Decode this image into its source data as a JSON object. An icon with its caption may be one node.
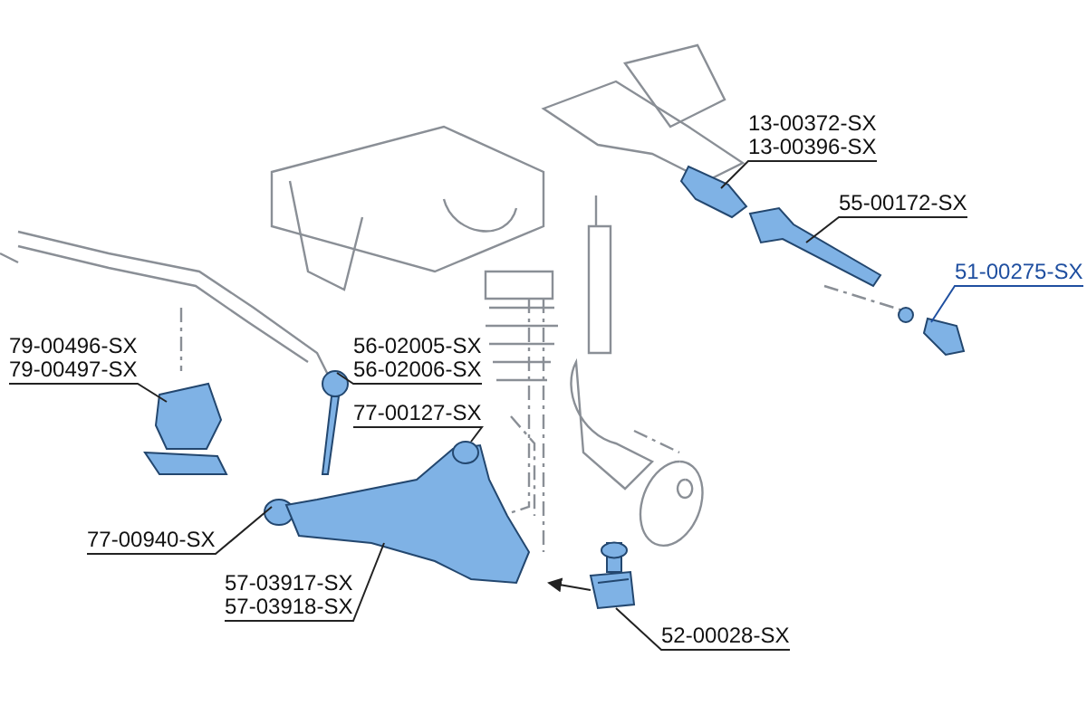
{
  "diagram": {
    "nodes": [
      {
        "text": [
          "13-00372-SX",
          "13-00396-SX"
        ]
      },
      {
        "text": [
          "55-00172-SX"
        ]
      },
      {
        "text": [
          "51-00275-SX"
        ]
      },
      {
        "text": [
          "79-00496-SX",
          "79-00497-SX"
        ]
      },
      {
        "text": [
          "56-02005-SX",
          "56-02006-SX"
        ]
      },
      {
        "text": [
          "77-00127-SX"
        ]
      },
      {
        "text": [
          "77-00940-SX"
        ]
      },
      {
        "text": [
          "57-03917-SX",
          "57-03918-SX"
        ]
      },
      {
        "text": [
          "52-00028-SX"
        ]
      },
      {
        "text": [],
        "shape": "picture"
      },
      {
        "text": [],
        "shape": "picture"
      },
      {
        "text": [],
        "shape": "picture"
      },
      {
        "text": [],
        "shape": "picture"
      },
      {
        "text": [],
        "shape": "picture"
      },
      {
        "text": [],
        "shape": "picture"
      },
      {
        "text": [],
        "shape": "picture"
      },
      {
        "text": [],
        "shape": "picture"
      },
      {
        "text": [],
        "shape": "picture"
      }
    ],
    "edges": [
      {
        "from": 0,
        "to": 15,
        "arrow": "none"
      },
      {
        "from": 1,
        "to": 16,
        "arrow": "none"
      },
      {
        "from": 2,
        "to": 17,
        "arrow": "none",
        "color": "#1f4fa0"
      },
      {
        "from": 3,
        "to": 9,
        "arrow": "none"
      },
      {
        "from": 4,
        "to": 11,
        "arrow": "none"
      },
      {
        "from": 5,
        "to": 13,
        "arrow": "none"
      },
      {
        "from": 6,
        "to": 10,
        "arrow": "none"
      },
      {
        "from": 7,
        "to": 12,
        "arrow": "none"
      },
      {
        "from": 8,
        "to": 14,
        "arrow": "none"
      },
      {
        "from": 14,
        "to": 12,
        "arrow": "to"
      }
    ]
  }
}
